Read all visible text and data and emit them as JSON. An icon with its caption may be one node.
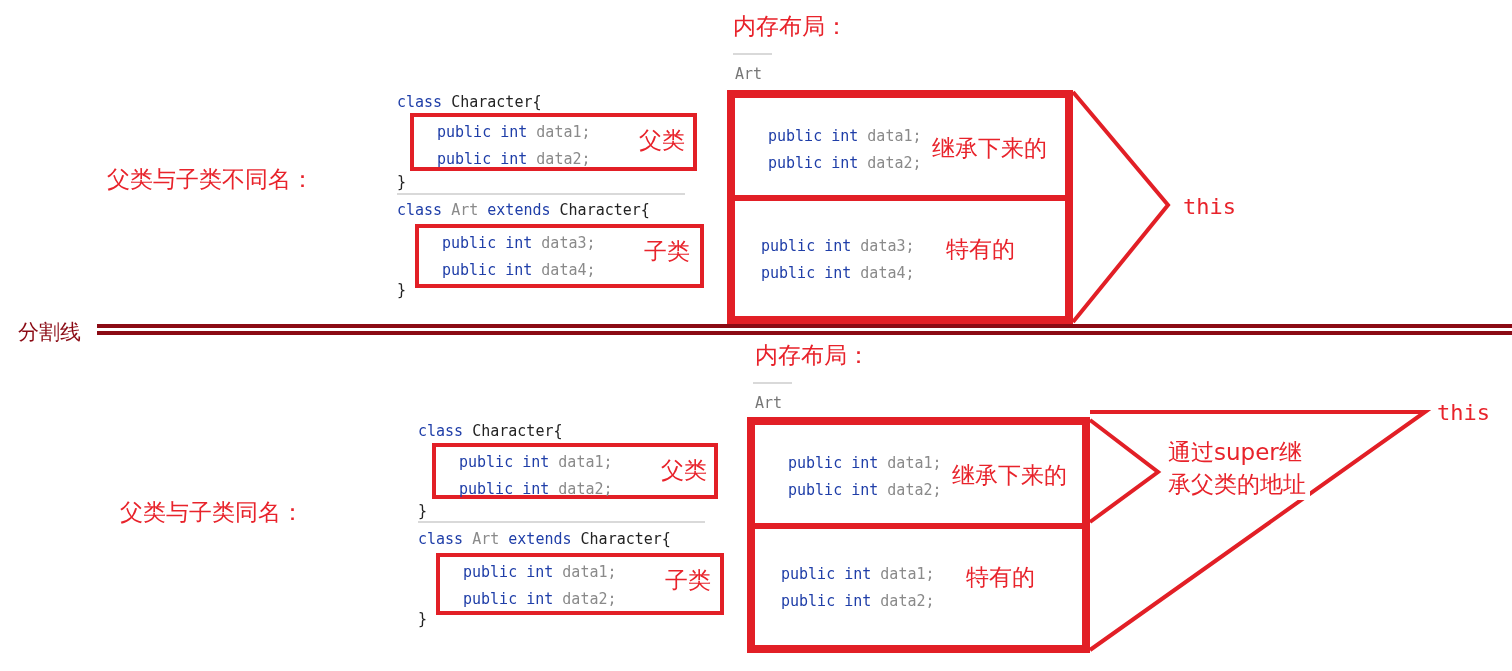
{
  "diagram": {
    "nodes": [
      {
        "text": [
          "public int data1;",
          "public int data2;",
          "父类"
        ]
      },
      {
        "text": [
          "public int data3;",
          "public int data4;",
          "子类"
        ]
      },
      {
        "text": [],
        "shape": "box"
      },
      {
        "text": [
          "public int data1;",
          "public int data2;",
          "继承下来的"
        ],
        "in": 2
      },
      {
        "text": [
          "public int data3;",
          "public int data4;",
          "特有的"
        ],
        "in": 2
      },
      {
        "text": [
          "public int data1;",
          "public int data2;",
          "父类"
        ]
      },
      {
        "text": [
          "public int data1;",
          "public int data2;",
          "子类"
        ]
      },
      {
        "text": [],
        "shape": "box"
      },
      {
        "text": [
          "public int data1;",
          "public int data2;",
          "继承下来的"
        ],
        "in": 7
      },
      {
        "text": [
          "public int data1;",
          "public int data2;",
          "特有的"
        ],
        "in": 7
      }
    ],
    "labels": [
      "内存布局：",
      "Art",
      "class Character{",
      "父类与子类不同名：",
      "}",
      "class Art extends Character{",
      "}",
      "this",
      "分割线",
      "内存布局：",
      "Art",
      "this",
      "class Character{",
      "通过super继承父类的地址",
      "父类与子类同名：",
      "}",
      "class Art extends Character{",
      "}"
    ]
  }
}
